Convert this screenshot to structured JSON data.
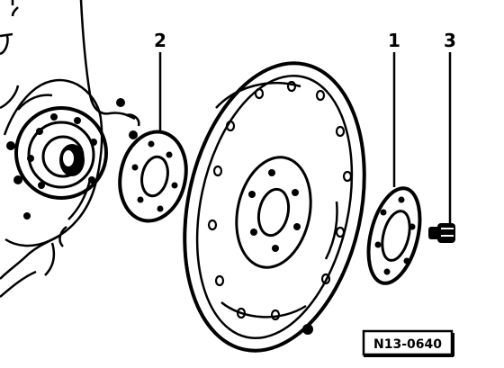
{
  "labels": {
    "part1": "1",
    "part2": "2",
    "part3": "3"
  },
  "reference_code": "N13-0640",
  "colors": {
    "ink": "#000000",
    "paper": "#ffffff"
  }
}
